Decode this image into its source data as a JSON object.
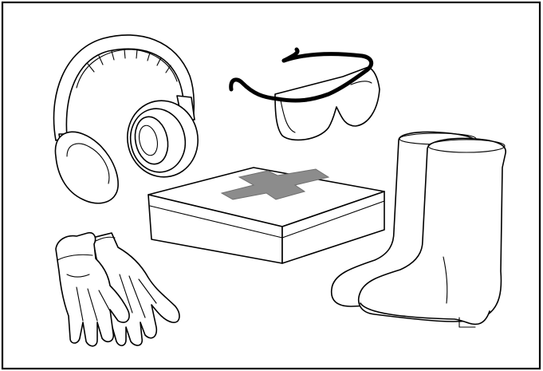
{
  "colors": {
    "background": "#ffffff",
    "ink": "#000000",
    "cross": "#8c8c8c"
  },
  "items": [
    {
      "id": "earmuffs",
      "icon": "earmuffs-icon"
    },
    {
      "id": "safety-glasses",
      "icon": "safety-glasses-icon"
    },
    {
      "id": "first-aid-kit",
      "icon": "first-aid-kit-icon"
    },
    {
      "id": "work-gloves",
      "icon": "work-gloves-icon"
    },
    {
      "id": "rubber-boots",
      "icon": "rubber-boots-icon"
    }
  ]
}
